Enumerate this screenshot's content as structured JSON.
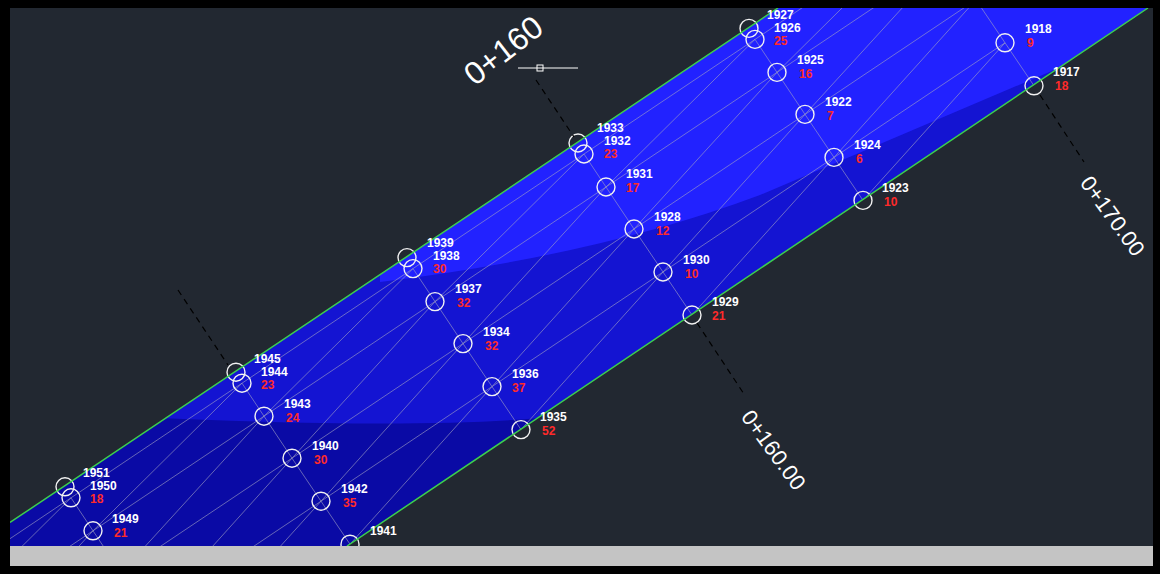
{
  "diagram": {
    "labels": [
      "0+160",
      "1927",
      "1926",
      "25",
      "1925",
      "16",
      "1922",
      "7",
      "1924",
      "6",
      "1923",
      "10",
      "1918",
      "9",
      "1917",
      "18",
      "1933",
      "1932",
      "23",
      "1931",
      "17",
      "1928",
      "12",
      "1930",
      "10",
      "1929",
      "21",
      "1939",
      "1938",
      "30",
      "1937",
      "32",
      "1934",
      "32",
      "1936",
      "37",
      "1935",
      "52",
      "1945",
      "1944",
      "23",
      "1943",
      "24",
      "1940",
      "30",
      "1942",
      "35",
      "1941",
      "1951",
      "1950",
      "18",
      "1949",
      "21",
      "0+160.00",
      "0+170.00"
    ]
  }
}
